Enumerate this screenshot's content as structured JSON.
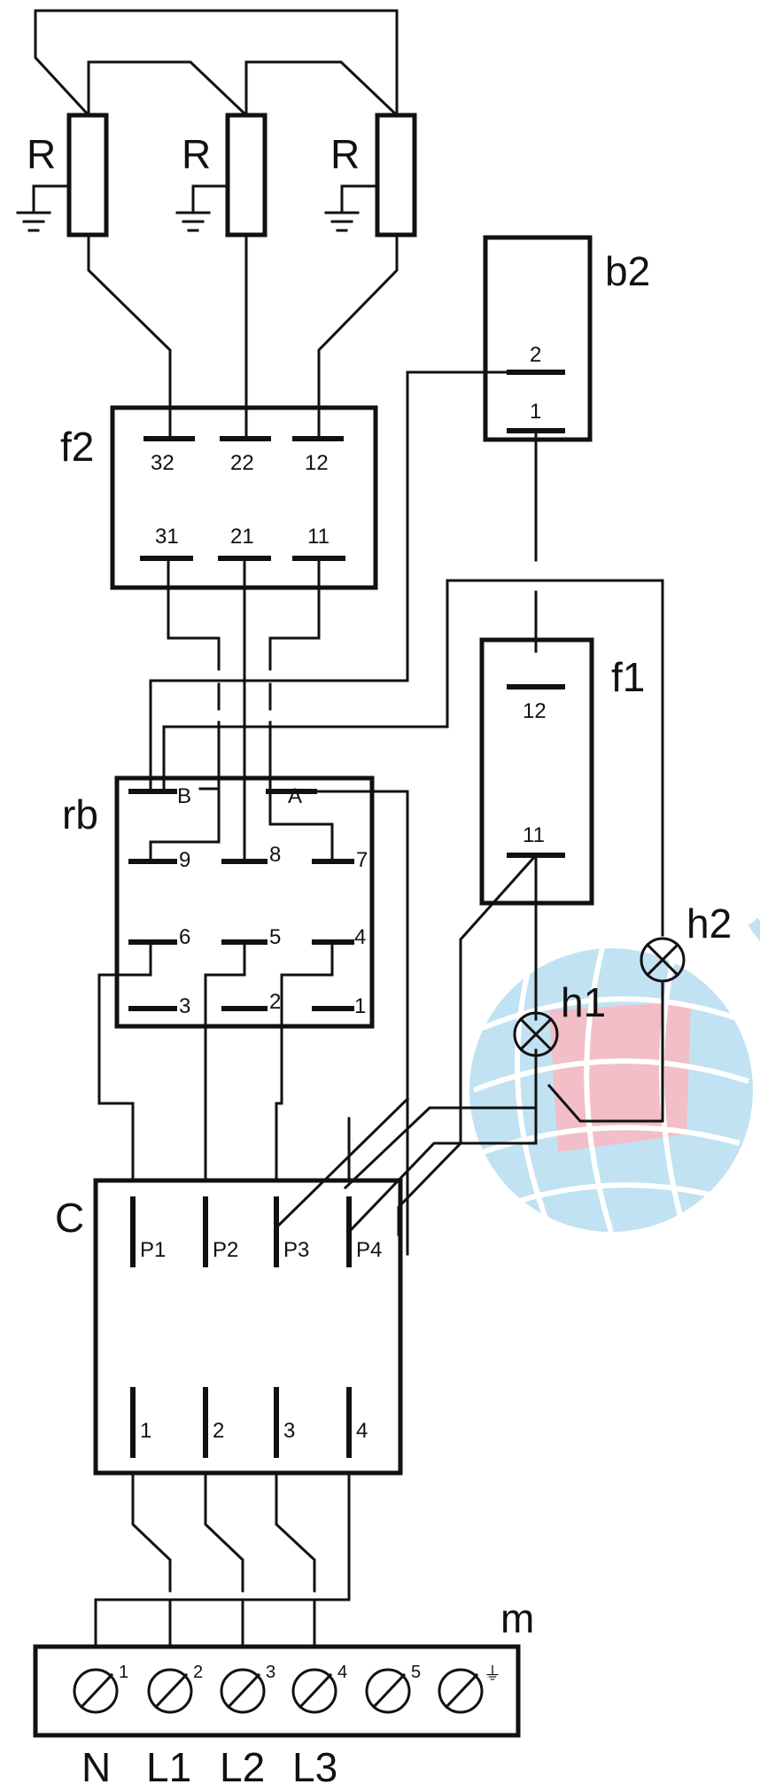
{
  "labels": {
    "resistor": "R",
    "f2": "f2",
    "b2": "b2",
    "f1": "f1",
    "rb": "rb",
    "h1": "h1",
    "h2": "h2",
    "C": "C",
    "m": "m"
  },
  "f2_terminals": {
    "top": [
      "32",
      "22",
      "12"
    ],
    "bottom": [
      "31",
      "21",
      "11"
    ]
  },
  "b2_terminals": [
    "2",
    "1"
  ],
  "f1_terminals": [
    "12",
    "11"
  ],
  "rb_terminals": {
    "top": [
      "B",
      "A"
    ],
    "row1": [
      "9",
      "8",
      "7"
    ],
    "row2": [
      "6",
      "5",
      "4"
    ],
    "row3": [
      "3",
      "2",
      "1"
    ]
  },
  "c_terminals": {
    "top": [
      "P1",
      "P2",
      "P3",
      "P4"
    ],
    "bottom": [
      "1",
      "2",
      "3",
      "4"
    ]
  },
  "terminal_block": {
    "numbers": [
      "1",
      "2",
      "3",
      "4",
      "5"
    ],
    "ground_symbol": "⏚"
  },
  "phases": [
    "N",
    "L1",
    "L2",
    "L3"
  ],
  "colors": {
    "line": "#111111",
    "globe_blue": "#8fcbe8",
    "globe_red": "#e98a9a"
  }
}
